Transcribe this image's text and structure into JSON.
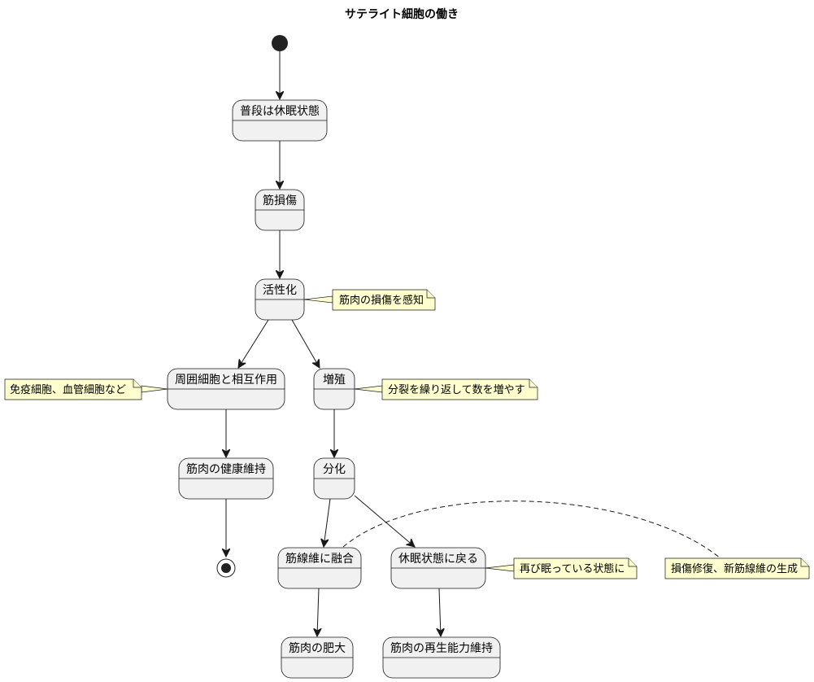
{
  "title": "サテライト細胞の働き",
  "states": {
    "dormant": "普段は休眠状態",
    "injury": "筋損傷",
    "activation": "活性化",
    "interaction": "周囲細胞と相互作用",
    "proliferation": "増殖",
    "maintenance": "筋肉の健康維持",
    "differentiation": "分化",
    "fusion": "筋線維に融合",
    "return_dormant": "休眠状態に戻る",
    "hypertrophy": "筋肉の肥大",
    "regeneration": "筋肉の再生能力維持"
  },
  "notes": {
    "activation": "筋肉の損傷を感知",
    "interaction": "免疫細胞、血管細胞など",
    "proliferation": "分裂を繰り返して数を増やす",
    "return_dormant": "再び眠っている状態に",
    "fusion": "損傷修復、新筋線維の生成"
  }
}
